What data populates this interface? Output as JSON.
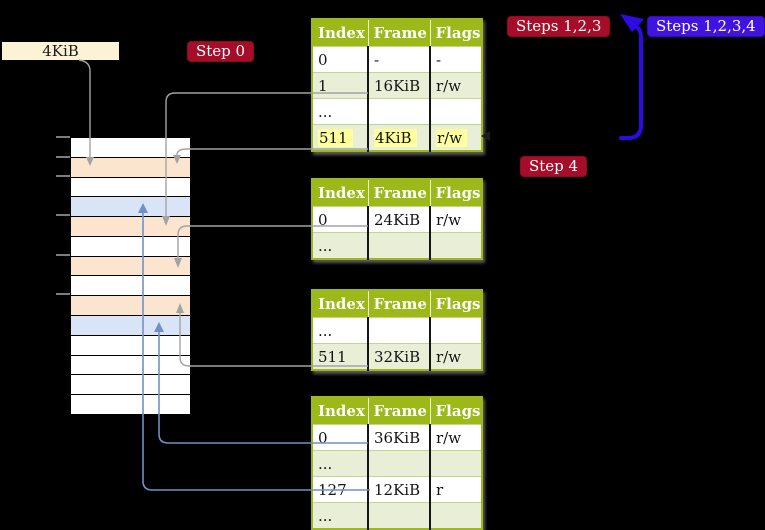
{
  "colors": {
    "background": "#000000",
    "badge_red": "#a60d29",
    "badge_blue": "#4013e0",
    "table_header_green": "#9cb919",
    "table_alt_row_green": "#e9efd7",
    "highlight_yellow": "#ffff9d",
    "memory_orange": "#fce5ce",
    "memory_blue": "#d9e4f6",
    "frame_label_cream": "#fcf3d4",
    "arrow_gray": "#a3a3a3",
    "arrow_steel_blue": "#7191c4",
    "arrow_indigo": "#2f0ae5"
  },
  "frame_label": {
    "text": "4KiB"
  },
  "badges": {
    "step0": {
      "label": "Step 0"
    },
    "steps123": {
      "label": "Steps 1,2,3"
    },
    "steps1234": {
      "label": "Steps 1,2,3,4"
    },
    "step4": {
      "label": "Step 4"
    }
  },
  "tables": [
    {
      "headers": [
        "Index",
        "Frame",
        "Flags"
      ],
      "rows": [
        {
          "cells": [
            "0",
            "-",
            "-"
          ]
        },
        {
          "cells": [
            "1",
            "16KiB",
            "r/w"
          ]
        },
        {
          "cells": [
            "...",
            "",
            ""
          ]
        },
        {
          "cells": [
            "511",
            "4KiB",
            "r/w"
          ],
          "highlight": true
        }
      ]
    },
    {
      "headers": [
        "Index",
        "Frame",
        "Flags"
      ],
      "rows": [
        {
          "cells": [
            "0",
            "24KiB",
            "r/w"
          ]
        },
        {
          "cells": [
            "...",
            "",
            ""
          ]
        }
      ]
    },
    {
      "headers": [
        "Index",
        "Frame",
        "Flags"
      ],
      "rows": [
        {
          "cells": [
            "...",
            "",
            ""
          ]
        },
        {
          "cells": [
            "511",
            "32KiB",
            "r/w"
          ]
        }
      ]
    },
    {
      "headers": [
        "Index",
        "Frame",
        "Flags"
      ],
      "rows": [
        {
          "cells": [
            "0",
            "36KiB",
            "r/w"
          ]
        },
        {
          "cells": [
            "...",
            "",
            ""
          ]
        },
        {
          "cells": [
            "127",
            "12KiB",
            "r"
          ]
        },
        {
          "cells": [
            "...",
            "",
            ""
          ]
        }
      ]
    }
  ],
  "memory": {
    "rows": [
      "white",
      "orange",
      "white",
      "blue",
      "orange",
      "white",
      "orange",
      "white",
      "orange",
      "blue",
      "white",
      "white",
      "white",
      "white"
    ]
  }
}
